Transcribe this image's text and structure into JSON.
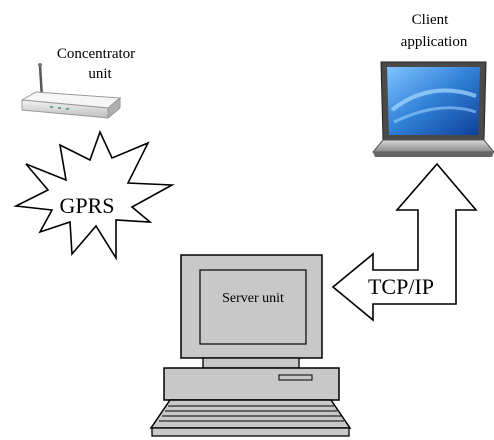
{
  "labels": {
    "concentrator_line1": "Concentrator",
    "concentrator_line2": "unit",
    "client_line1": "Client",
    "client_line2": "application",
    "gprs": "GPRS",
    "tcpip": "TCP/IP",
    "server": "Server unit"
  },
  "icons": {
    "router": "wireless-router-icon",
    "laptop": "laptop-icon",
    "computer": "desktop-computer-icon",
    "burst": "starburst-shape",
    "arrow": "bent-double-arrow-shape"
  },
  "colors": {
    "screen_blue": "#2f7fd6",
    "device_gray": "#c8c8c8",
    "outline": "#000000"
  }
}
